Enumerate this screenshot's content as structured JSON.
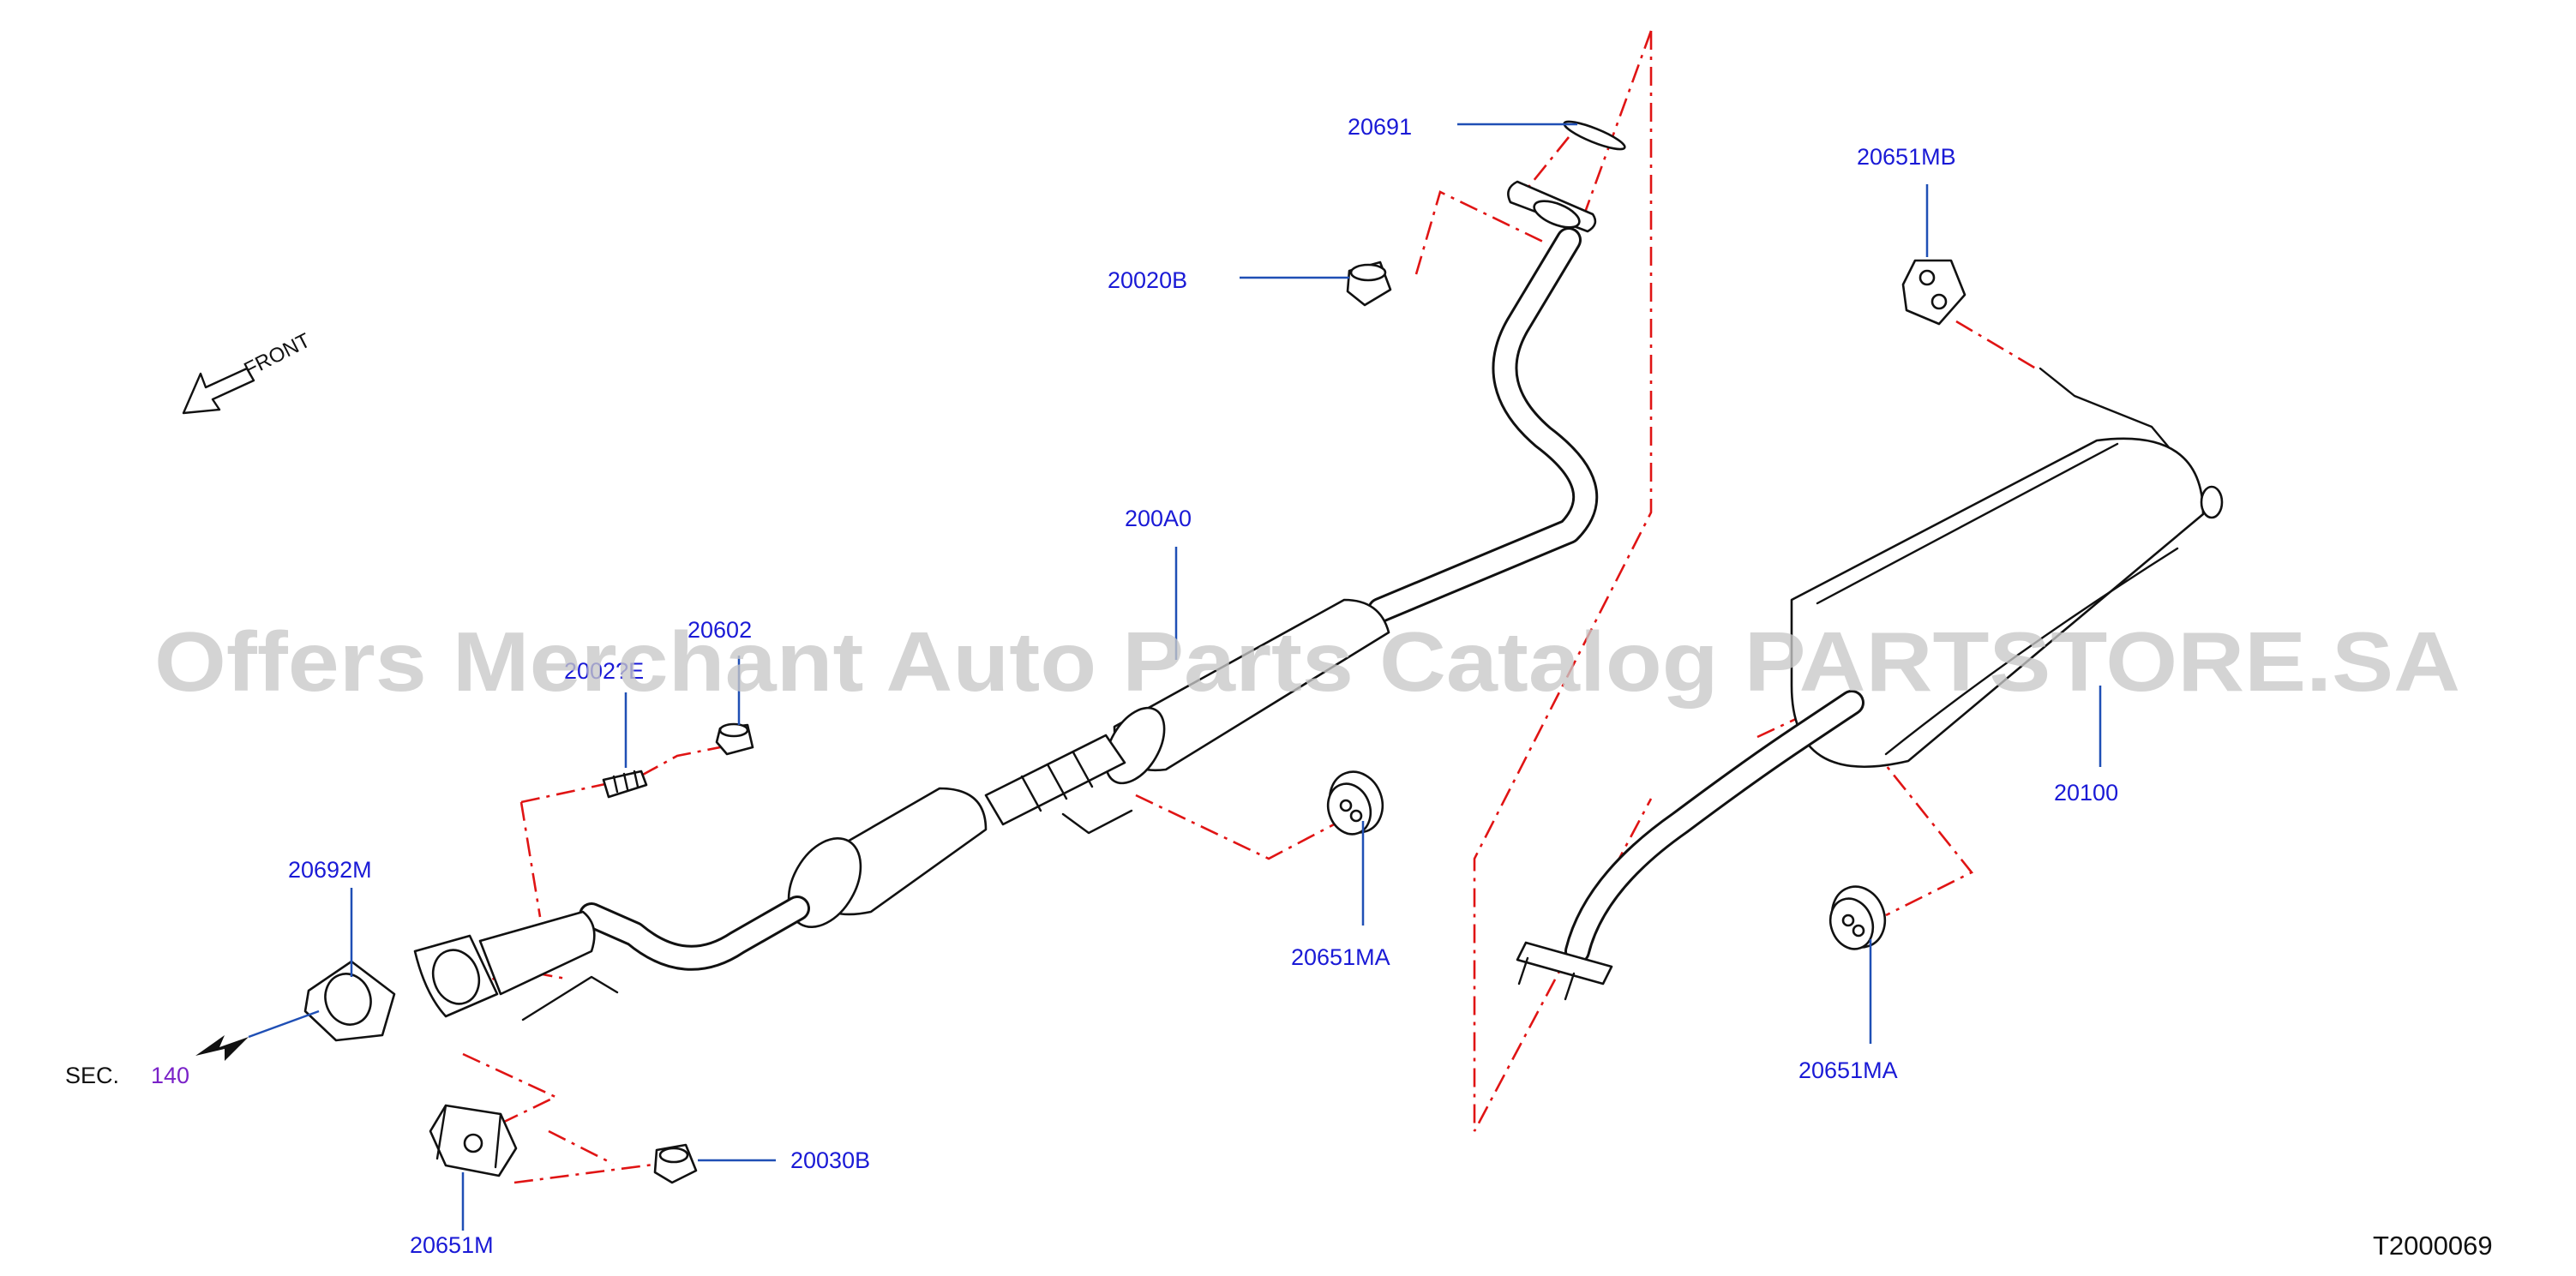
{
  "diagram": {
    "watermark": "Offers Merchant Auto Parts Catalog PARTSTORE.SA",
    "diagram_code": "T2000069",
    "front_label": "FRONT",
    "section_ref": {
      "prefix": "SEC.",
      "number": "140"
    },
    "part_labels": {
      "p20691": "20691",
      "p20020b": "20020B",
      "p20651mb": "20651MB",
      "p200a0": "200A0",
      "p20602": "20602",
      "p2002e": "2002?E",
      "p20692m": "20692M",
      "p20651ma_mid": "20651MA",
      "p20100": "20100",
      "p20651ma_right": "20651MA",
      "p20030b": "20030B",
      "p20651m": "20651M"
    }
  }
}
